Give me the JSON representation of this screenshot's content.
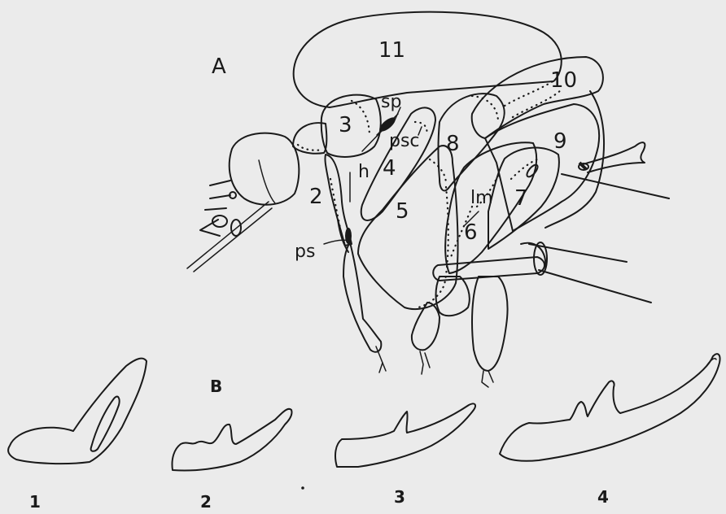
{
  "panel_a": {
    "panel_label": "A",
    "segments": [
      "11",
      "3",
      "10",
      "8",
      "4",
      "9",
      "5",
      "7",
      "6",
      "2"
    ],
    "abbreviations": {
      "sp": "sp",
      "psc": "psc",
      "h": "h",
      "lm": "lm",
      "ps": "ps"
    }
  },
  "panel_b": {
    "panel_label": "B",
    "items": [
      "1",
      "2",
      "3",
      "4"
    ]
  }
}
